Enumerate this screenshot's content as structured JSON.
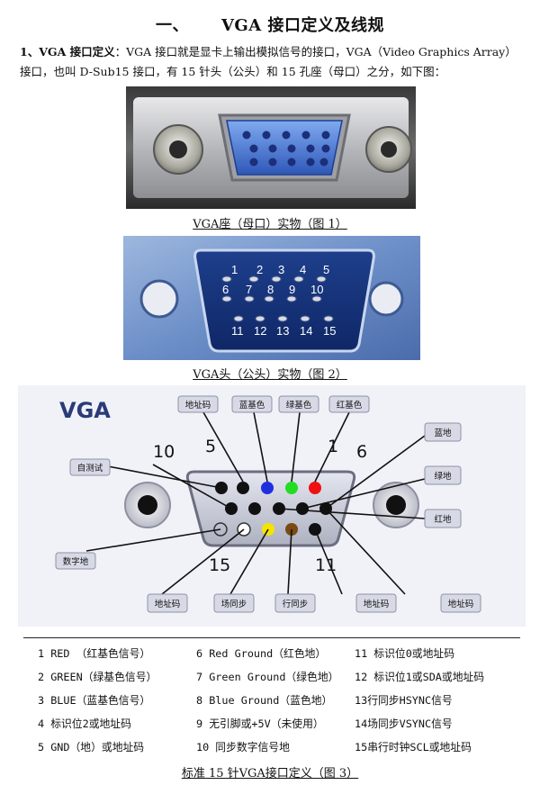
{
  "title": {
    "number": "一、",
    "text": "VGA 接口定义及线规"
  },
  "intro": {
    "lead": "1、VGA 接口定义",
    "text": "：VGA 接口就是显卡上输出模拟信号的接口，VGA（Video Graphics Array）接口，也叫 D-Sub15 接口，有 15 针头（公头）和 15 孔座（母口）之分，如下图："
  },
  "figure1": {
    "caption": "VGA座（母口）实物（图 1）"
  },
  "figure2": {
    "caption": "VGA头（公头）实物（图 2）",
    "pin_numbers_row1": [
      "1",
      "2",
      "3",
      "4",
      "5"
    ],
    "pin_numbers_row2": [
      "6",
      "7",
      "8",
      "9",
      "10"
    ],
    "pin_numbers_row3": [
      "11",
      "12",
      "13",
      "14",
      "15"
    ]
  },
  "diagram": {
    "heading": "VGA",
    "num_5": "5",
    "num_1": "1",
    "num_10": "10",
    "num_6": "6",
    "num_15": "15",
    "num_11": "11",
    "labels": {
      "top_address": "地址码",
      "top_blue": "蓝基色",
      "top_green": "绿基色",
      "top_red": "红基色",
      "right_blue_gnd": "蓝地",
      "right_green_gnd": "绿地",
      "right_red_gnd": "红地",
      "left_selftest": "自测试",
      "left_digital_gnd": "数字地",
      "bottom_address1": "地址码",
      "bottom_vsync": "场同步",
      "bottom_hsync": "行同步",
      "bottom_address2": "地址码",
      "bottom_address3": "地址码"
    },
    "colors": {
      "blue": "#1f2fe0",
      "green": "#22dd22",
      "red": "#ee1111",
      "yellow": "#f5e400",
      "brown": "#7a4a12",
      "black": "#111111"
    }
  },
  "pin_table": [
    [
      "1 RED （红基色信号）",
      "6 Red Ground（红色地）",
      "11 标识位0或地址码"
    ],
    [
      "2 GREEN（绿基色信号）",
      "7 Green Ground（绿色地）",
      "12 标识位1或SDA或地址码"
    ],
    [
      "3 BLUE（蓝基色信号）",
      "8 Blue Ground（蓝色地）",
      "13行同步HSYNC信号"
    ],
    [
      "4 标识位2或地址码",
      "9 无引脚或+5V（未使用）",
      "14场同步VSYNC信号"
    ],
    [
      "5 GND（地）或地址码",
      "10 同步数字信号地",
      "15串行时钟SCL或地址码"
    ]
  ],
  "figure3": {
    "caption": "标准 15 针VGA接口定义（图 3）"
  }
}
